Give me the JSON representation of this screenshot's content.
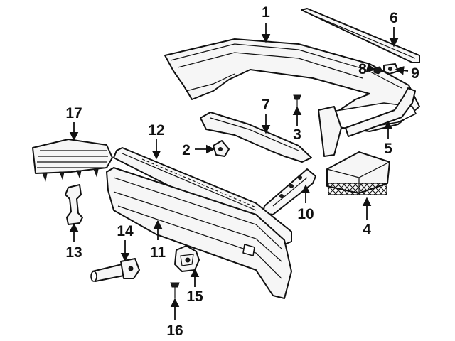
{
  "diagram": {
    "callouts": [
      {
        "id": "1",
        "label": "1"
      },
      {
        "id": "2",
        "label": "2"
      },
      {
        "id": "3",
        "label": "3"
      },
      {
        "id": "4",
        "label": "4"
      },
      {
        "id": "5",
        "label": "5"
      },
      {
        "id": "6",
        "label": "6"
      },
      {
        "id": "7",
        "label": "7"
      },
      {
        "id": "8",
        "label": "8"
      },
      {
        "id": "9",
        "label": "9"
      },
      {
        "id": "10",
        "label": "10"
      },
      {
        "id": "11",
        "label": "11"
      },
      {
        "id": "12",
        "label": "12"
      },
      {
        "id": "13",
        "label": "13"
      },
      {
        "id": "14",
        "label": "14"
      },
      {
        "id": "15",
        "label": "15"
      },
      {
        "id": "16",
        "label": "16"
      },
      {
        "id": "17",
        "label": "17"
      }
    ],
    "colors": {
      "ink": "#111111",
      "fill": "#f6f6f6",
      "background": "#ffffff"
    }
  }
}
